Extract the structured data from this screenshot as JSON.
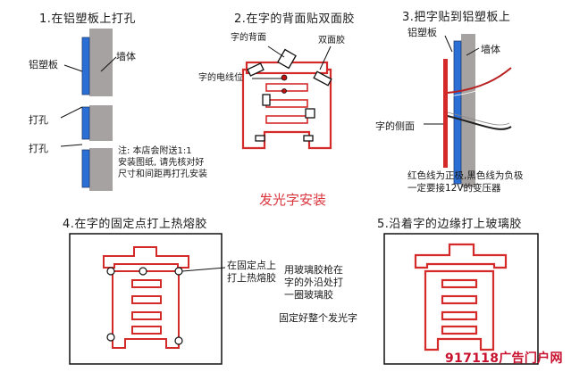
{
  "steps": {
    "step1": "1.在铝塑板上打孔",
    "step2": "2.在字的背面贴双面胶",
    "step3": "3.把字贴到铝塑板上",
    "step4": "4.在字的固定点打上热熔胶",
    "step5": "5.沿着字的边缘打上玻璃胶"
  },
  "labels": {
    "aluminum_board": "铝塑板",
    "wall": "墙体",
    "hole_1": "打孔",
    "hole_2": "打孔",
    "note": "注: 本店会附送1:1\n安装图纸, 请先核对好\n尺寸和间距再打孔安装",
    "back_of_letter": "字的背面",
    "double_tape": "双面胶",
    "wire_position": "字的电线位",
    "board_3": "铝塑板",
    "wall_3": "墙体",
    "side_of_letter": "字的侧面",
    "wire_note": "红色线为正极,黑色线为负极\n一定要接12V的变压器",
    "hot_melt_note": "在固定点上\n打上热熔胶",
    "glass_glue_note": "用玻璃胶枪在\n字的外沿处打\n一圈玻璃胶",
    "fix_note": "固定好整个发光字"
  },
  "center_title": "发光字安装",
  "watermark": "917118广告门户网",
  "colors": {
    "red": "#d42a2a",
    "blue": "#2a6fd6",
    "gray": "#a7a2a2"
  }
}
